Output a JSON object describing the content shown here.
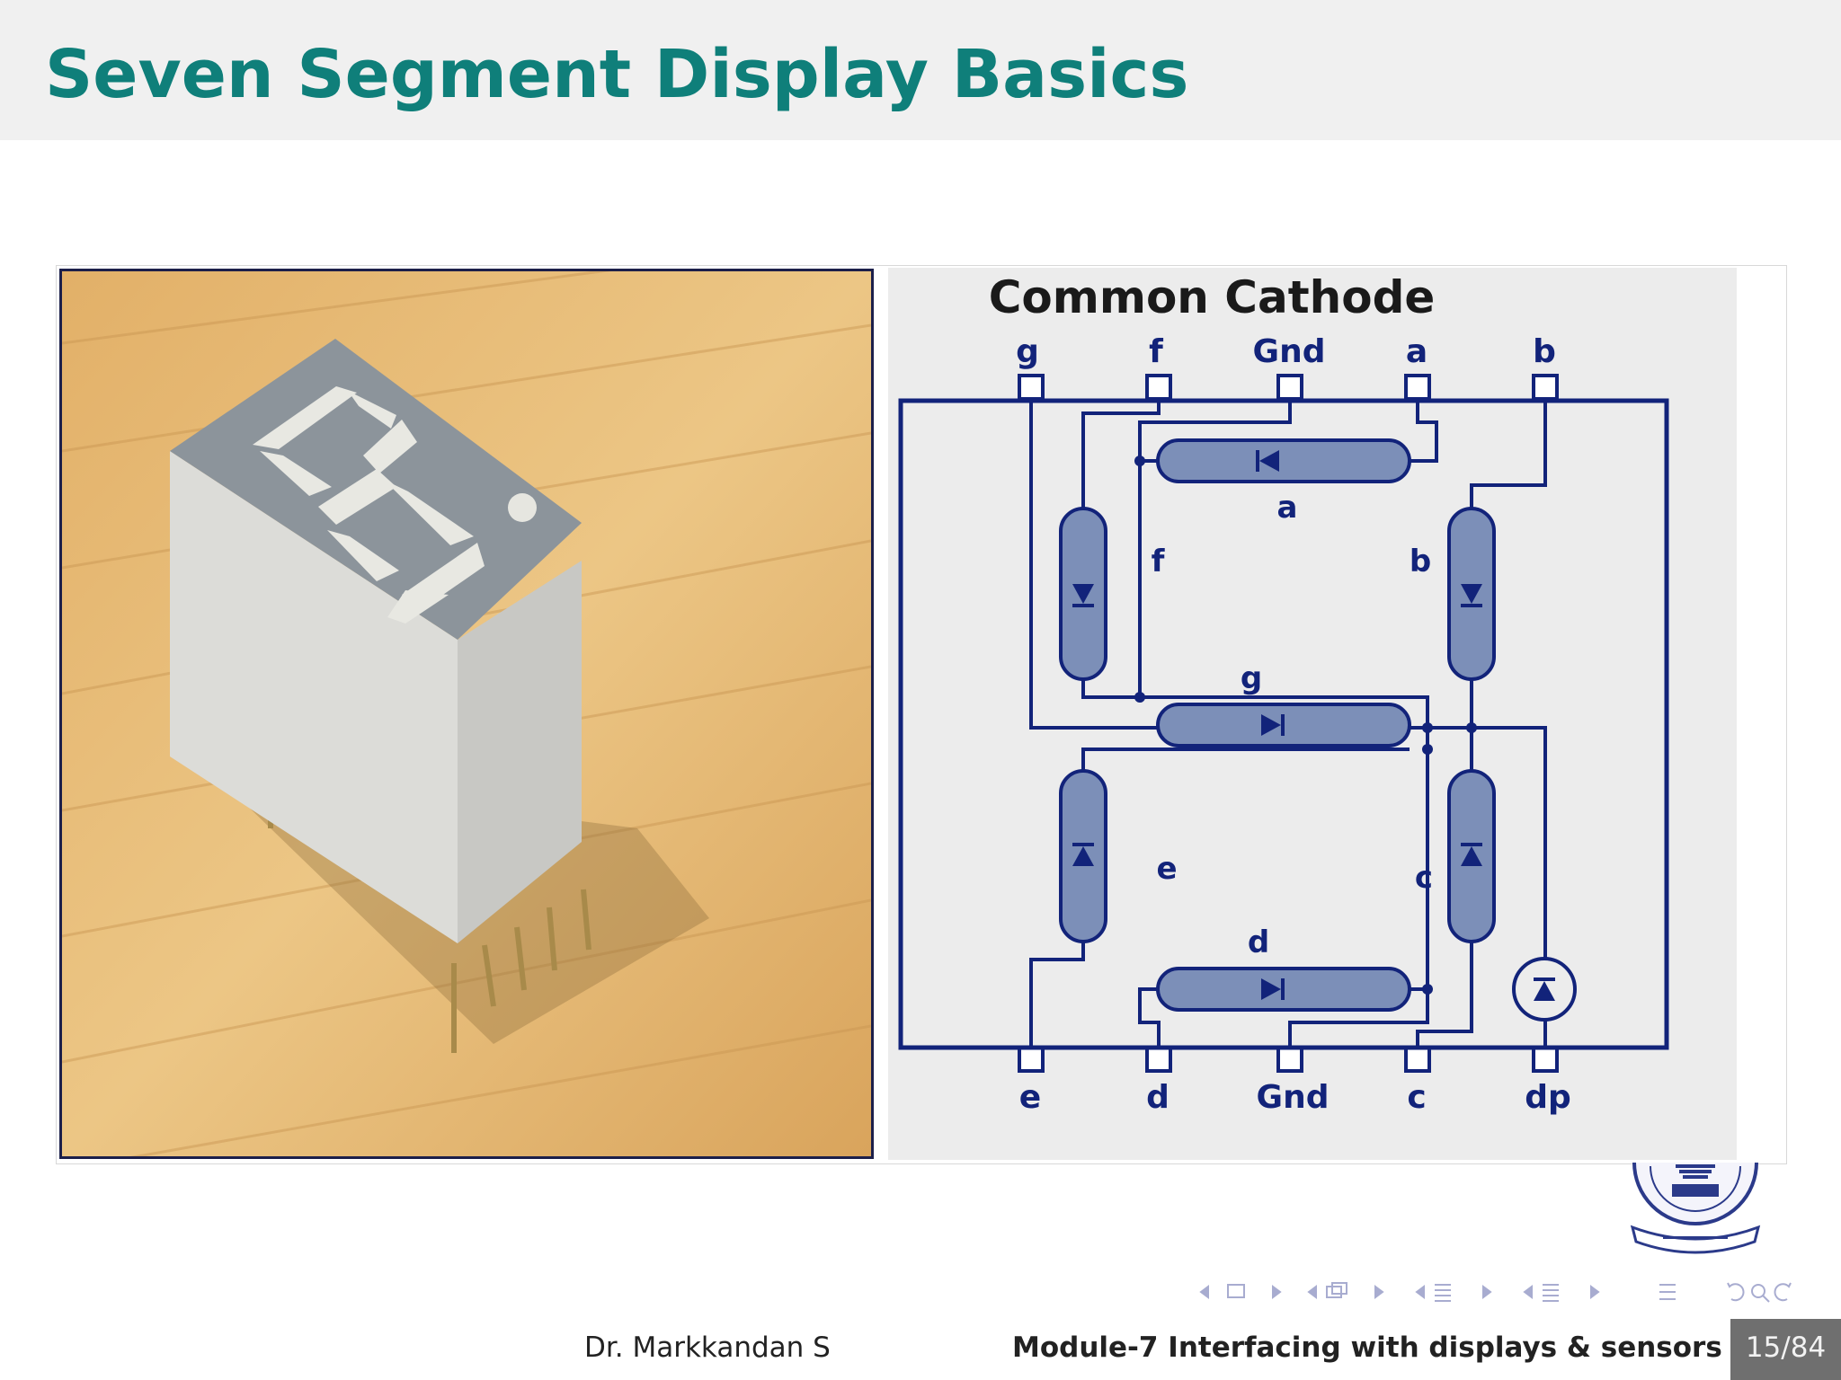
{
  "slide": {
    "title": "Seven Segment Display Basics"
  },
  "schematic": {
    "heading": "Common Cathode",
    "top_pins": [
      "g",
      "f",
      "Gnd",
      "a",
      "b"
    ],
    "bottom_pins": [
      "e",
      "d",
      "Gnd",
      "c",
      "dp"
    ],
    "segment_labels": {
      "a": "a",
      "b": "b",
      "c": "c",
      "d": "d",
      "e": "e",
      "f": "f",
      "g": "g"
    }
  },
  "footer": {
    "author": "Dr. Markkandan S",
    "module": "Module-7  Interfacing with displays & sensors",
    "page": "15/84"
  },
  "colors": {
    "title": "#0f7f7a",
    "title_bar": "#f0f0f0",
    "wire": "#12237a",
    "segment_fill": "#7c8fb8",
    "page_box": "#6f6f6f"
  },
  "nav_icons": [
    "nav-prev-arrow-icon",
    "nav-frame-icon",
    "nav-next-arrow-icon",
    "nav-subsection-icon",
    "nav-section-icon",
    "nav-doc-icon",
    "nav-align-icon",
    "nav-back-icon",
    "nav-search-icon",
    "nav-forward-icon"
  ]
}
